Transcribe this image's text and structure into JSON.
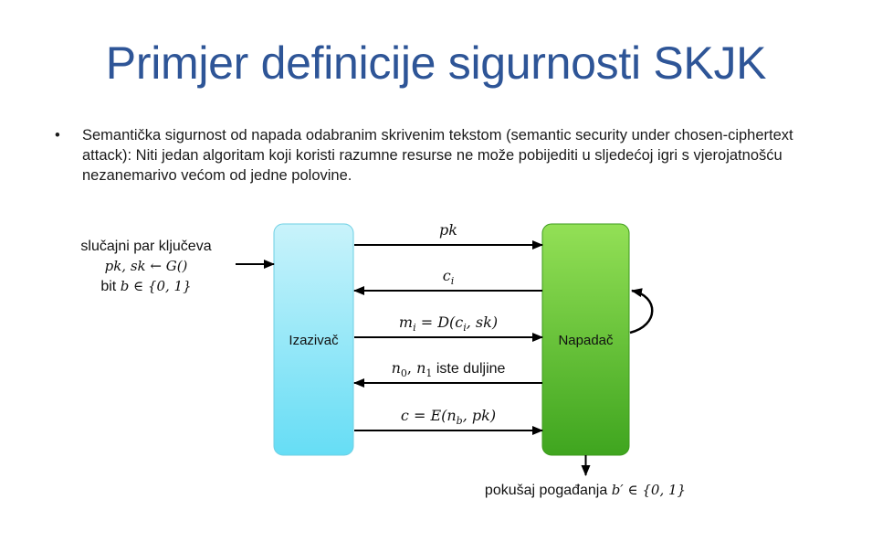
{
  "slide": {
    "title": "Primjer definicije sigurnosti SKJK",
    "bullet_marker": "•",
    "bullet_text": "Semantička sigurnost od napada odabranim skrivenim tekstom (semantic security under chosen-ciphertext attack): Niti jedan algoritam koji koristi razumne resurse ne može pobijediti u sljedećoj igri s vjerojatnošću nezanemarivo većom od jedne polovine."
  },
  "diagram": {
    "challenger_label": "Izazivač",
    "attacker_label": "Napadač",
    "input": {
      "line1": "slučajni par ključeva",
      "line2": "pk, sk ← G()",
      "line3_prefix": "bit ",
      "line3_math": "b ∈ {0, 1}"
    },
    "messages": [
      {
        "label": "pk",
        "direction": "right"
      },
      {
        "label": "c",
        "sub": "i",
        "direction": "left"
      },
      {
        "label_pre": "m",
        "label_pre_sub": "i",
        "label_post": " = D(c",
        "label_post_sub": "i",
        "label_end": ", sk)",
        "direction": "right"
      },
      {
        "math_a": "n",
        "sub_a": "0",
        "math_sep": ", ",
        "math_b": "n",
        "sub_b": "1",
        "text_suffix": " iste duljine",
        "direction": "left"
      },
      {
        "math_pre": "c = E(n",
        "sub": "b",
        "math_post": ", pk)",
        "direction": "right"
      }
    ],
    "output": {
      "prefix": "pokušaj pogađanja ",
      "math": "b′ ∈ {0, 1}"
    },
    "colors": {
      "challenger_top": "#c9f3fb",
      "challenger_bottom": "#66ddf5",
      "attacker_top": "#93e056",
      "attacker_bottom": "#3fa51f",
      "title": "#2e5597"
    }
  }
}
